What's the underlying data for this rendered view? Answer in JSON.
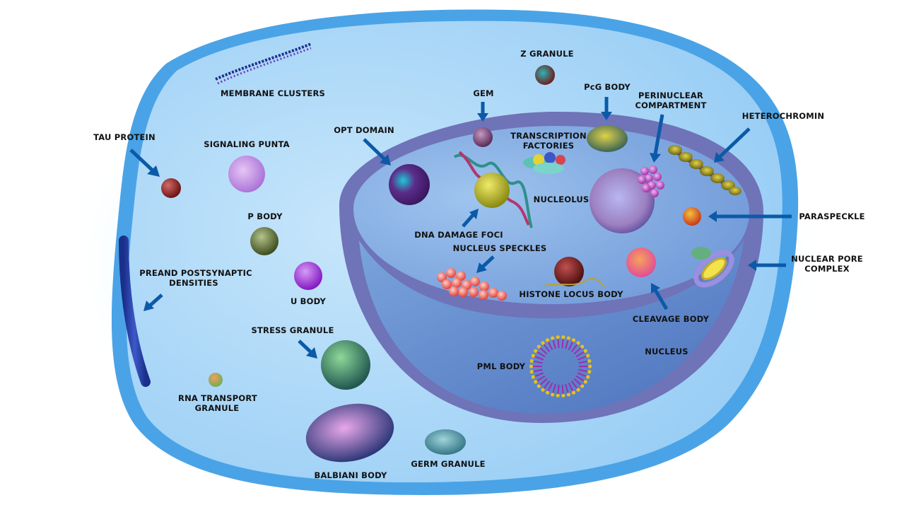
{
  "labels": {
    "membrane_clusters": "MEMBRANE CLUSTERS",
    "z_granule": "Z GRANULE",
    "gem": "GEM",
    "pcg_body": "PcG BODY",
    "perinuclear_1": "PERINUCLEAR",
    "perinuclear_2": "COMPARTMENT",
    "heterochromin": "HETEROCHROMIN",
    "tau_protein": "TAU PROTEIN",
    "signaling_punta": "SIGNALING PUNTA",
    "opt_domain": "OPT DOMAIN",
    "transcription_1": "TRANSCRIPTION",
    "transcription_2": "FACTORIES",
    "nucleolus": "NUCLEOLUS",
    "paraspeckle": "PARASPECKLE",
    "p_body": "P BODY",
    "dna_damage_foci": "DNA DAMAGE FOCI",
    "nucleus_speckles": "NUCLEUS SPECKLES",
    "nuclear_pore_1": "NUCLEAR PORE",
    "nuclear_pore_2": "COMPLEX",
    "synaptic_1": "PREAND POSTSYNAPTIC",
    "synaptic_2": "DENSITIES",
    "u_body": "U BODY",
    "histone_locus_body": "HISTONE LOCUS BODY",
    "cleavage_body": "CLEAVAGE BODY",
    "stress_granule": "STRESS GRANULE",
    "nucleus": "NUCLEUS",
    "pml_body": "PML BODY",
    "rna_transport_1": "RNA TRANSPORT",
    "rna_transport_2": "GRANULE",
    "balbiani_body": "BALBIANI BODY",
    "germ_granule": "GERM GRANULE"
  },
  "colors": {
    "cell_membrane": "#4aa3e6",
    "cytoplasm": "#a8d4f7",
    "nucleus_rim": "#6f73b8",
    "nucleus_inner": "#5d86c9",
    "arrow": "#0b5aa8"
  }
}
